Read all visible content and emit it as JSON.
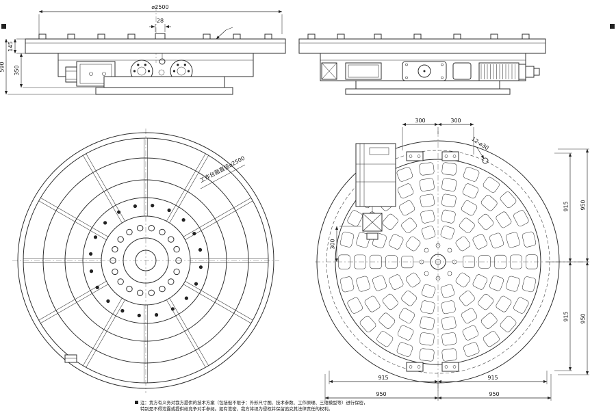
{
  "meta": {
    "background": "#ffffff",
    "line_color": "#2d2d2d"
  },
  "elevation": {
    "dia_label": "⌀2500",
    "key_width": "28",
    "plate_thickness": "145",
    "body_height": "350",
    "total_height": "590"
  },
  "plan_left": {
    "leader_label": "工作台面直径⌀2500"
  },
  "plan_right": {
    "top_left": "300",
    "top_right": "300",
    "bolt_callout": "12-⌀30",
    "right_top_inner": "915",
    "right_top_outer": "950",
    "right_bottom_inner": "915",
    "right_bottom_outer": "950",
    "left_offset": "300",
    "bottom_inner_left": "915",
    "bottom_inner_right": "915",
    "bottom_outer_left": "950",
    "bottom_outer_right": "950"
  },
  "notes": {
    "line1": "注：贵方有义务对我方提供的技术方案（包括但不限于：外形尺寸图、技术参数、工作原理、三维模型等）进行保密，",
    "line2": "特别是不得泄露或提供给竞争对手参阅。如有泄密，我方将视为侵权并保留追究其法律责任的权利。"
  }
}
